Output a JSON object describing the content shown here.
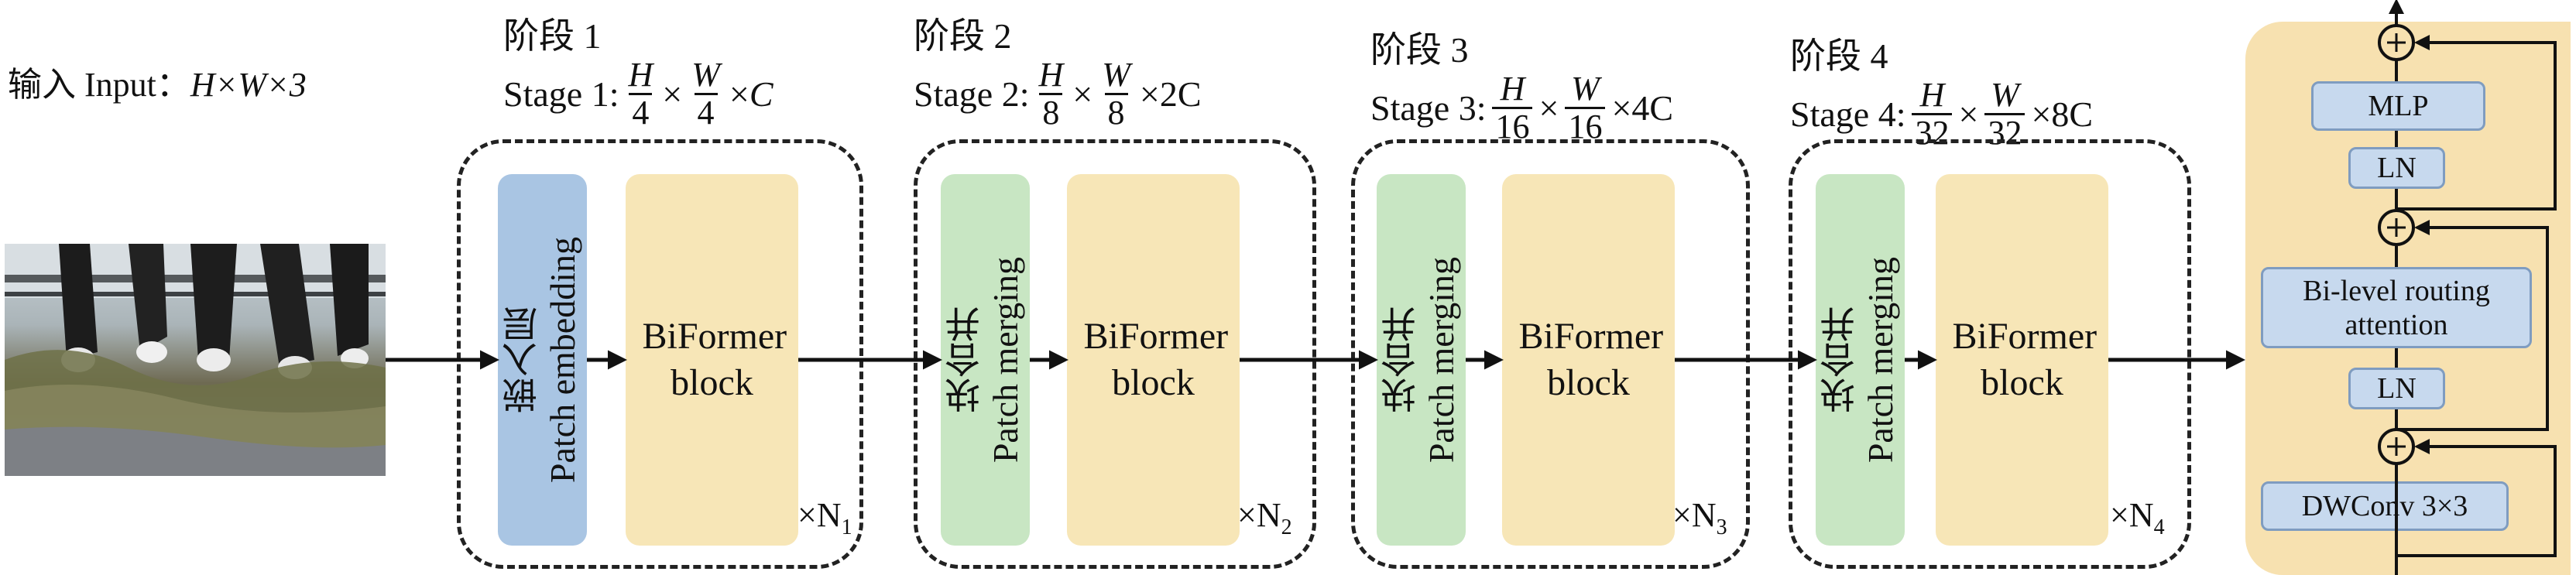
{
  "input_label": "输入 Input：",
  "input_dims": "H×W×3",
  "stages": [
    {
      "title_cn": "阶段 1",
      "title_en": "Stage 1",
      "num_h": "H",
      "den_h": "4",
      "num_w": "W",
      "den_w": "4",
      "channels": "C",
      "first_block_cn": "嵌入层",
      "first_block_en": "Patch embedding",
      "first_block_color": "#a9c5e3",
      "main_block": "BiFormer block",
      "repeat": "×N",
      "repeat_sub": "1"
    },
    {
      "title_cn": "阶段 2",
      "title_en": "Stage 2",
      "num_h": "H",
      "den_h": "8",
      "num_w": "W",
      "den_w": "8",
      "channels": "2C",
      "first_block_cn": "块合并",
      "first_block_en": "Patch merging",
      "first_block_color": "#c8e6c3",
      "main_block": "BiFormer block",
      "repeat": "×N",
      "repeat_sub": "2"
    },
    {
      "title_cn": "阶段 3",
      "title_en": "Stage 3",
      "num_h": "H",
      "den_h": "16",
      "num_w": "W",
      "den_w": "16",
      "channels": "4C",
      "first_block_cn": "块合并",
      "first_block_en": "Patch merging",
      "first_block_color": "#c8e6c3",
      "main_block": "BiFormer block",
      "repeat": "×N",
      "repeat_sub": "3"
    },
    {
      "title_cn": "阶段 4",
      "title_en": "Stage 4",
      "num_h": "H",
      "den_h": "32",
      "num_w": "W",
      "den_w": "32",
      "channels": "8C",
      "first_block_cn": "块合并",
      "first_block_en": "Patch merging",
      "first_block_color": "#c8e6c3",
      "main_block": "BiFormer block",
      "repeat": "×N",
      "repeat_sub": "4"
    }
  ],
  "block_detail": {
    "mlp": "MLP",
    "ln_top": "LN",
    "attention": "Bi-level routing attention",
    "ln_bottom": "LN",
    "dwconv": "DWConv 3×3",
    "add_symbol": "+"
  },
  "colors": {
    "embed": "#a9c5e3",
    "merge": "#c8e6c3",
    "biformer": "#f7e6b7",
    "panel": "#f7e1b0",
    "panel_box": "#c7d9ee"
  }
}
